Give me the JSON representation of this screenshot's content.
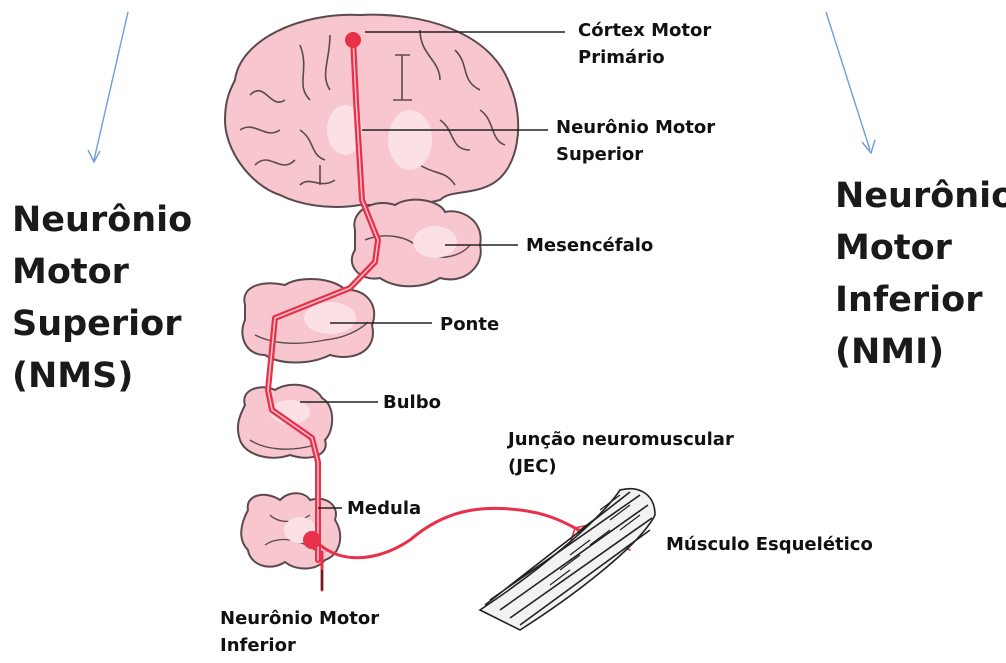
{
  "titles": {
    "left": {
      "lines": [
        "Neurônio",
        "Motor",
        "Superior",
        "(NMS)"
      ]
    },
    "right": {
      "lines": [
        "Neurônio",
        "Motor",
        "Inferior",
        "(NMI)"
      ]
    }
  },
  "labels": {
    "cortex": {
      "lines": [
        "Córtex Motor",
        "Primário"
      ]
    },
    "upper_neuron": {
      "lines": [
        "Neurônio Motor",
        "Superior"
      ]
    },
    "midbrain": {
      "lines": [
        "Mesencéfalo"
      ]
    },
    "pons": {
      "lines": [
        "Ponte"
      ]
    },
    "medulla_oblongata": {
      "lines": [
        "Bulbo"
      ]
    },
    "nmj": {
      "lines": [
        "Junção neuromuscular",
        "(JEC)"
      ]
    },
    "spinal_cord": {
      "lines": [
        "Medula"
      ]
    },
    "muscle": {
      "lines": [
        "Músculo Esquelético"
      ]
    },
    "lower_neuron": {
      "lines": [
        "Neurônio Motor",
        "Inferior"
      ]
    }
  },
  "colors": {
    "tissue_fill": "#f7c6cf",
    "tissue_light": "#fbe0e5",
    "tissue_edge": "#5a4a4d",
    "neuron": "#e8304a",
    "arrow": "#6f9fd6"
  }
}
